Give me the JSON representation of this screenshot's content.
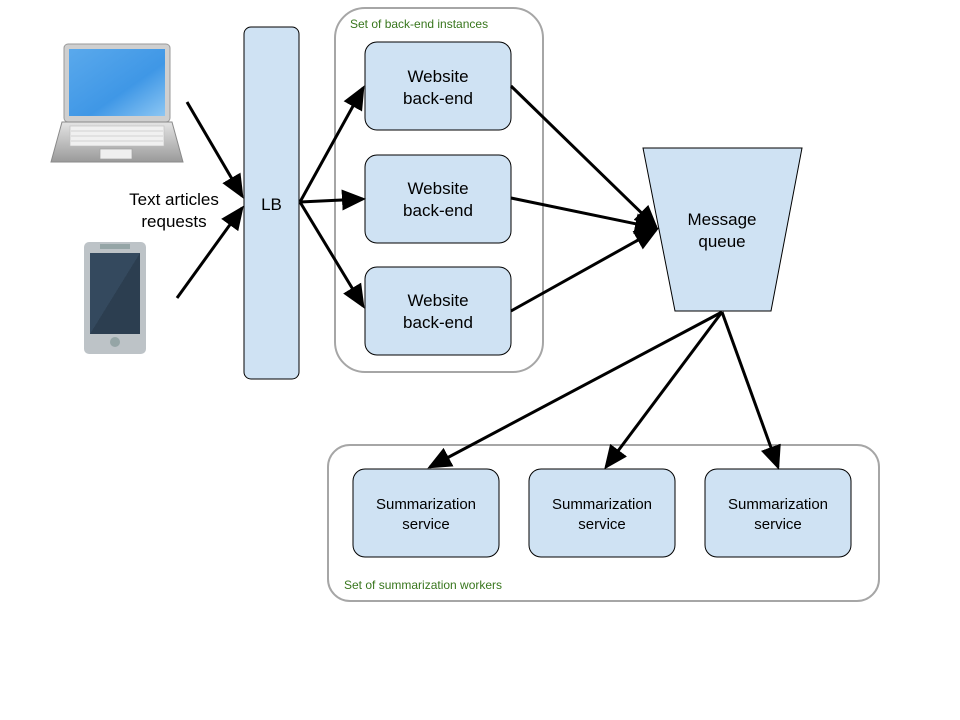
{
  "diagram": {
    "clients": {
      "laptop_icon": "laptop-icon",
      "phone_icon": "smartphone-icon",
      "requests_label_line1": "Text articles",
      "requests_label_line2": "requests"
    },
    "load_balancer": {
      "label": "LB"
    },
    "backend_group": {
      "label": "Set of back-end instances",
      "nodes": [
        {
          "line1": "Website",
          "line2": "back-end"
        },
        {
          "line1": "Website",
          "line2": "back-end"
        },
        {
          "line1": "Website",
          "line2": "back-end"
        }
      ]
    },
    "message_queue": {
      "line1": "Message",
      "line2": "queue"
    },
    "worker_group": {
      "label": "Set of summarization workers",
      "nodes": [
        {
          "line1": "Summarization",
          "line2": "service"
        },
        {
          "line1": "Summarization",
          "line2": "service"
        },
        {
          "line1": "Summarization",
          "line2": "service"
        }
      ]
    },
    "edges": [
      {
        "from": "laptop",
        "to": "load_balancer"
      },
      {
        "from": "phone",
        "to": "load_balancer"
      },
      {
        "from": "load_balancer",
        "to": "backend-1"
      },
      {
        "from": "load_balancer",
        "to": "backend-2"
      },
      {
        "from": "load_balancer",
        "to": "backend-3"
      },
      {
        "from": "backend-1",
        "to": "message_queue"
      },
      {
        "from": "backend-2",
        "to": "message_queue"
      },
      {
        "from": "backend-3",
        "to": "message_queue"
      },
      {
        "from": "message_queue",
        "to": "worker-1"
      },
      {
        "from": "message_queue",
        "to": "worker-2"
      },
      {
        "from": "message_queue",
        "to": "worker-3"
      }
    ],
    "colors": {
      "node_fill": "#cfe2f3",
      "node_stroke": "#000000",
      "group_stroke": "#a6a6a6",
      "group_label": "#38761d"
    }
  }
}
